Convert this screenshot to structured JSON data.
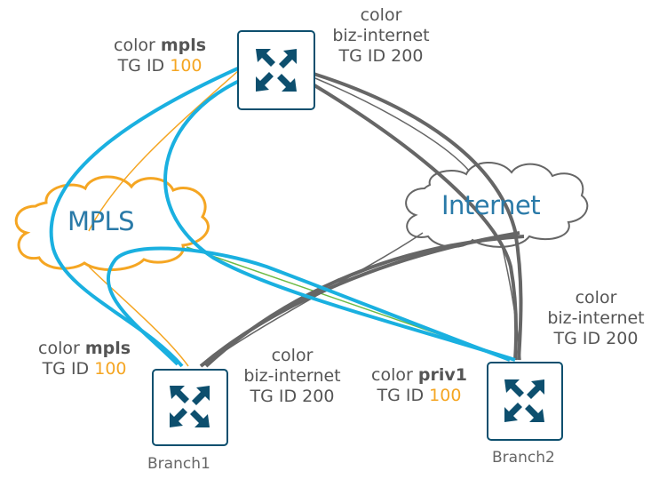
{
  "clouds": {
    "mpls": {
      "label": "MPLS"
    },
    "internet": {
      "label": "Internet"
    }
  },
  "devices": {
    "top": {},
    "branch1": {
      "name": "Branch1"
    },
    "branch2": {
      "name": "Branch2"
    }
  },
  "labels": {
    "top_mpls": {
      "color_word": "color",
      "color_value": "mpls",
      "tg_text": "TG ID",
      "tg_value": "100"
    },
    "top_inet": {
      "line1": "color",
      "line2": "biz-internet",
      "line3": "TG ID 200"
    },
    "b1_mpls": {
      "color_word": "color",
      "color_value": "mpls",
      "tg_text": "TG ID",
      "tg_value": "100"
    },
    "b1_inet": {
      "line1": "color",
      "line2": "biz-internet",
      "line3": "TG ID 200"
    },
    "b2_priv": {
      "color_word": "color",
      "color_value": "priv1",
      "tg_text": "TG ID",
      "tg_value": "100"
    },
    "b2_inet": {
      "line1": "color",
      "line2": "biz-internet",
      "line3": "TG ID 200"
    }
  },
  "colors": {
    "mpls_cloud": "#f5a623",
    "internet_cloud": "#666666",
    "mpls_link": "#1ab0e0",
    "internet_link": "#666666",
    "private_link": "#6dbb45",
    "router_icon": "#0d4f6e",
    "tg_value": "#f5a623"
  }
}
